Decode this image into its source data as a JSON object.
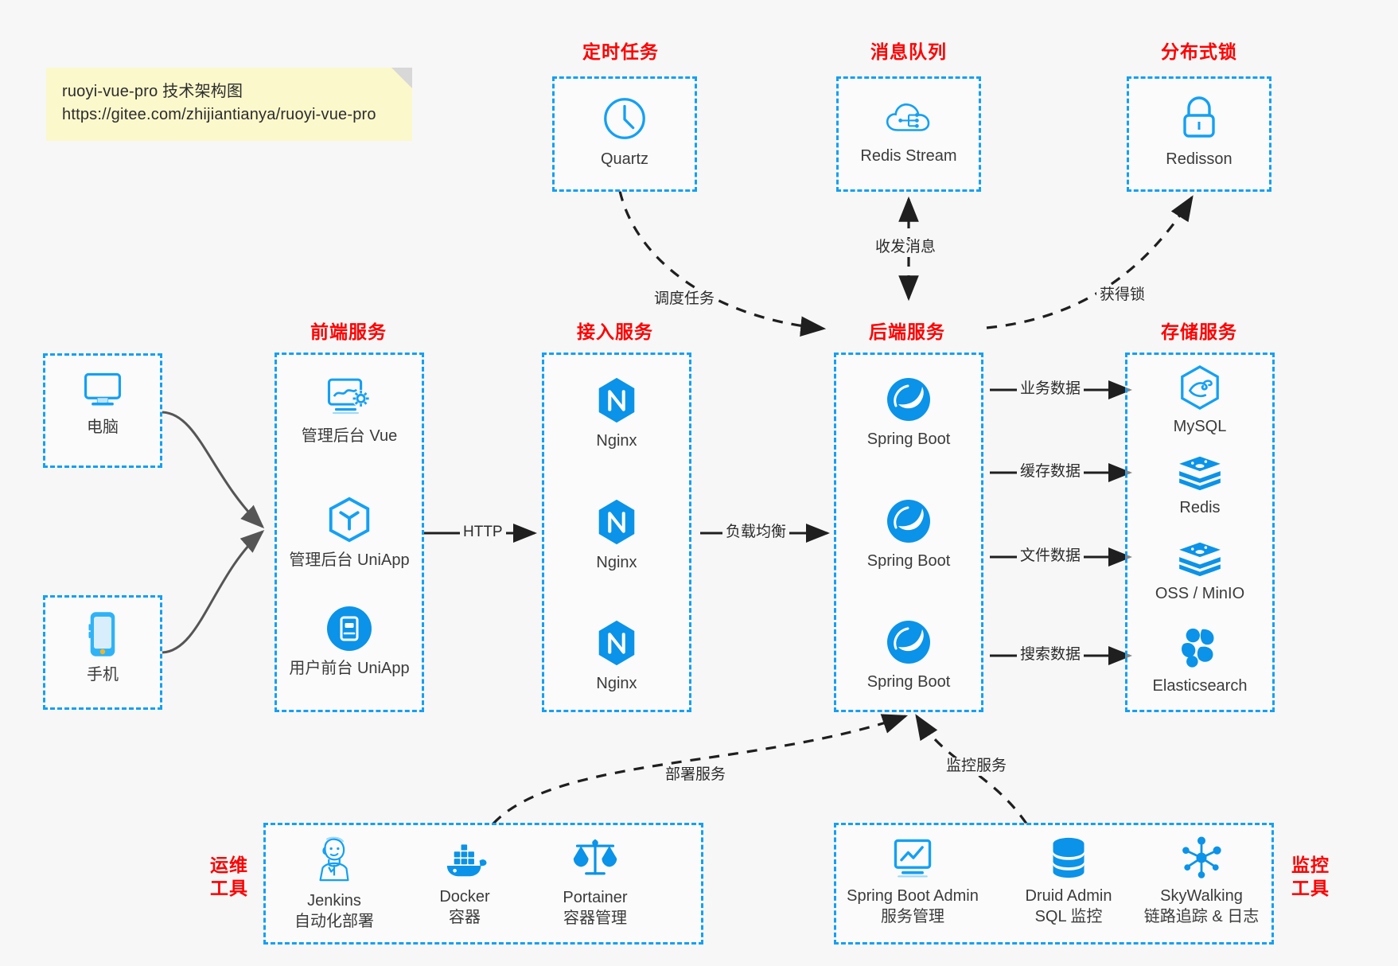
{
  "note": {
    "line1": "ruoyi-vue-pro 技术架构图",
    "line2": "https://gitee.com/zhijiantianya/ruoyi-vue-pro"
  },
  "colors": {
    "accent_blue": "#13a0f5",
    "icon_blue": "#1296db",
    "title_red": "#ff0000",
    "background": "#f7f7f7",
    "note_bg": "#fbf8cc",
    "edge_dark": "#2b2b2b",
    "edge_gray": "#5c5c5c"
  },
  "groups": {
    "scheduled_task": {
      "title": "定时任务",
      "nodes": [
        {
          "label": "Quartz",
          "icon": "clock-icon"
        }
      ]
    },
    "message_queue": {
      "title": "消息队列",
      "nodes": [
        {
          "label": "Redis Stream",
          "icon": "cloud-stream-icon"
        }
      ]
    },
    "distributed_lock": {
      "title": "分布式锁",
      "nodes": [
        {
          "label": "Redisson",
          "icon": "lock-icon"
        }
      ]
    },
    "client_pc": {
      "nodes": [
        {
          "label": "电脑",
          "icon": "monitor-icon"
        }
      ]
    },
    "client_phone": {
      "nodes": [
        {
          "label": "手机",
          "icon": "phone-icon"
        }
      ]
    },
    "frontend": {
      "title": "前端服务",
      "nodes": [
        {
          "label": "管理后台 Vue",
          "icon": "dashboard-gear-icon"
        },
        {
          "label": "管理后台 UniApp",
          "icon": "cube-icon"
        },
        {
          "label": "用户前台 UniApp",
          "icon": "app-circle-icon"
        }
      ]
    },
    "gateway": {
      "title": "接入服务",
      "nodes": [
        {
          "label": "Nginx",
          "icon": "nginx-icon"
        },
        {
          "label": "Nginx",
          "icon": "nginx-icon"
        },
        {
          "label": "Nginx",
          "icon": "nginx-icon"
        }
      ]
    },
    "backend": {
      "title": "后端服务",
      "nodes": [
        {
          "label": "Spring Boot",
          "icon": "spring-leaf-icon"
        },
        {
          "label": "Spring Boot",
          "icon": "spring-leaf-icon"
        },
        {
          "label": "Spring Boot",
          "icon": "spring-leaf-icon"
        }
      ]
    },
    "storage": {
      "title": "存储服务",
      "nodes": [
        {
          "label": "MySQL",
          "icon": "mysql-icon"
        },
        {
          "label": "Redis",
          "icon": "redis-icon"
        },
        {
          "label": "OSS / MinIO",
          "icon": "redis-icon"
        },
        {
          "label": "Elasticsearch",
          "icon": "elasticsearch-icon"
        }
      ]
    },
    "devops": {
      "title": "运维\n工具",
      "title_line1": "运维",
      "title_line2": "工具",
      "nodes": [
        {
          "label": "Jenkins",
          "sub": "自动化部署",
          "icon": "jenkins-icon"
        },
        {
          "label": "Docker",
          "sub": "容器",
          "icon": "docker-icon"
        },
        {
          "label": "Portainer",
          "sub": "容器管理",
          "icon": "scales-icon"
        }
      ]
    },
    "monitoring": {
      "title_line1": "监控",
      "title_line2": "工具",
      "nodes": [
        {
          "label": "Spring Boot Admin",
          "sub": "服务管理",
          "icon": "chart-monitor-icon"
        },
        {
          "label": "Druid Admin",
          "sub": "SQL 监控",
          "icon": "database-icon"
        },
        {
          "label": "SkyWalking",
          "sub": "链路追踪 & 日志",
          "icon": "skywalking-icon"
        }
      ]
    }
  },
  "edges": [
    {
      "id": "quartz-to-backend",
      "label": "调度任务",
      "style": "dashed"
    },
    {
      "id": "mq-backend",
      "label": "收发消息",
      "style": "dashed-bidirectional"
    },
    {
      "id": "backend-to-lock",
      "label": "获得锁",
      "style": "dashed"
    },
    {
      "id": "frontend-to-gateway",
      "label": "HTTP",
      "style": "solid"
    },
    {
      "id": "gateway-to-backend",
      "label": "负载均衡",
      "style": "solid"
    },
    {
      "id": "backend-to-mysql",
      "label": "业务数据",
      "style": "solid"
    },
    {
      "id": "backend-to-redis",
      "label": "缓存数据",
      "style": "solid"
    },
    {
      "id": "backend-to-oss",
      "label": "文件数据",
      "style": "solid"
    },
    {
      "id": "backend-to-es",
      "label": "搜索数据",
      "style": "solid"
    },
    {
      "id": "devops-to-backend",
      "label": "部署服务",
      "style": "dashed"
    },
    {
      "id": "monitoring-to-backend",
      "label": "监控服务",
      "style": "dashed"
    }
  ]
}
